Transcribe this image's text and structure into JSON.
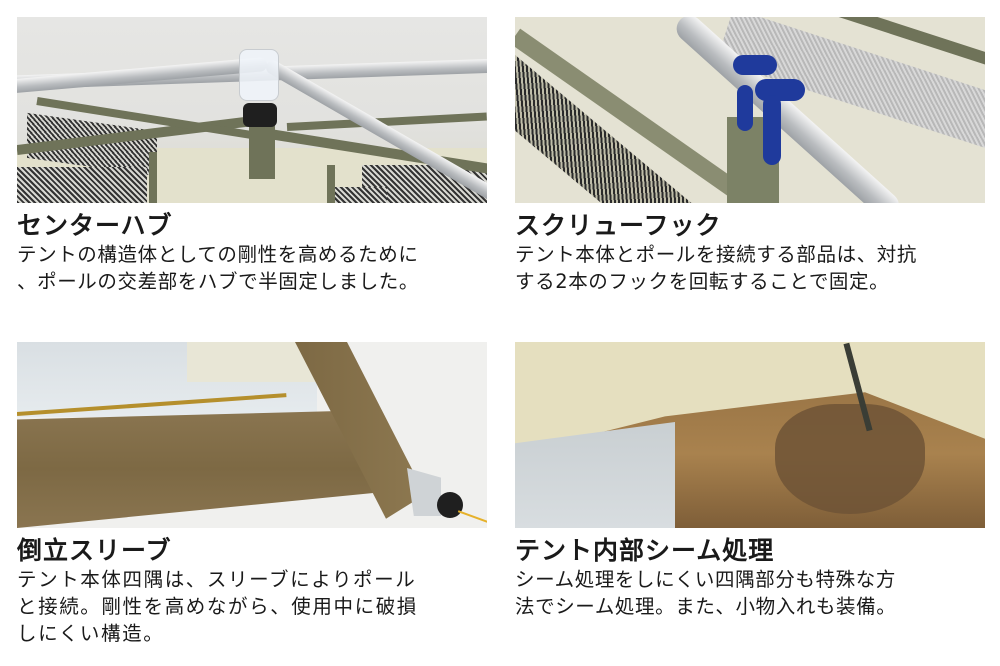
{
  "features": [
    {
      "title": "センターハブ",
      "description_lines": [
        "テントの構造体としての剛性を高めるために",
        "、ポールの交差部をハブで半固定しました。"
      ],
      "photo_alt": "center-hub-photo"
    },
    {
      "title": "スクリューフック",
      "description_lines": [
        "テント本体とポールを接続する部品は、対抗",
        "する2本のフックを回転することで固定。"
      ],
      "photo_alt": "screw-hook-photo"
    },
    {
      "title": "倒立スリーブ",
      "description_lines": [
        "テント本体四隅は、スリーブによりポール",
        "と接続。剛性を高めながら、使用中に破損",
        "しにくい構造。"
      ],
      "photo_alt": "inverted-sleeve-photo"
    },
    {
      "title": "テント内部シーム処理",
      "description_lines": [
        "シーム処理をしにくい四隅部分も特殊な方",
        "法でシーム処理。また、小物入れも装備。"
      ],
      "photo_alt": "inner-seam-photo"
    }
  ],
  "colors": {
    "text": "#1a1a1a",
    "background": "#ffffff",
    "tent_olive": "#6f7359",
    "hook_blue": "#1f3a9c",
    "floor_brown": "#8a6e45",
    "pole_silver": "#c0c3c6"
  }
}
